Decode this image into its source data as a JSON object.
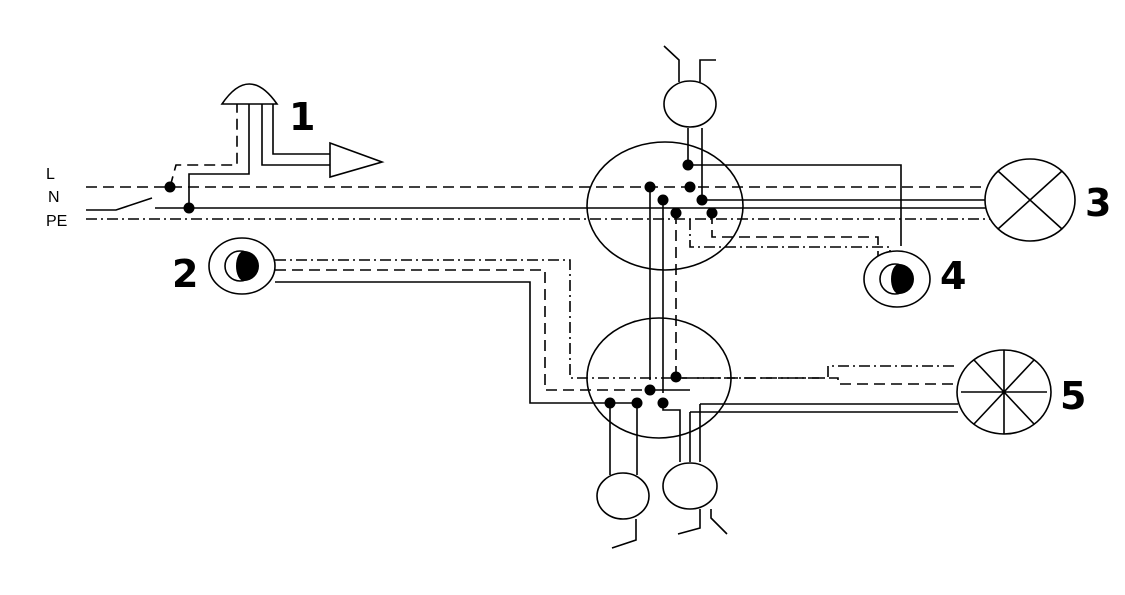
{
  "lines": {
    "l": "L",
    "n": "N",
    "pe": "PE"
  },
  "devices": {
    "d1": "1",
    "d2": "2",
    "d3": "3",
    "d4": "4",
    "d5": "5"
  },
  "colors": {
    "stroke": "#000000",
    "background": "#ffffff"
  }
}
